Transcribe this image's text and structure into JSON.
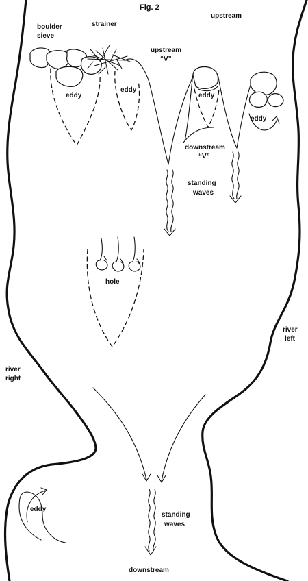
{
  "figure": {
    "title": "Fig. 2",
    "labels": {
      "upstream": "upstream",
      "downstream": "downstream",
      "river_right_1": "river",
      "river_right_2": "right",
      "river_left_1": "river",
      "river_left_2": "left",
      "boulder_sieve_1": "boulder",
      "boulder_sieve_2": "sieve",
      "strainer": "strainer",
      "upstream_v_1": "upstream",
      "upstream_v_2": "“V”",
      "downstream_v_1": "downstream",
      "downstream_v_2": "“V”",
      "eddy_left": "eddy",
      "eddy_center": "eddy",
      "eddy_boulder": "eddy",
      "eddy_right": "eddy",
      "eddy_bottom": "eddy",
      "standing_waves_1_a": "standing",
      "standing_waves_1_b": "waves",
      "standing_waves_2_a": "standing",
      "standing_waves_2_b": "waves",
      "hole": "hole"
    }
  }
}
